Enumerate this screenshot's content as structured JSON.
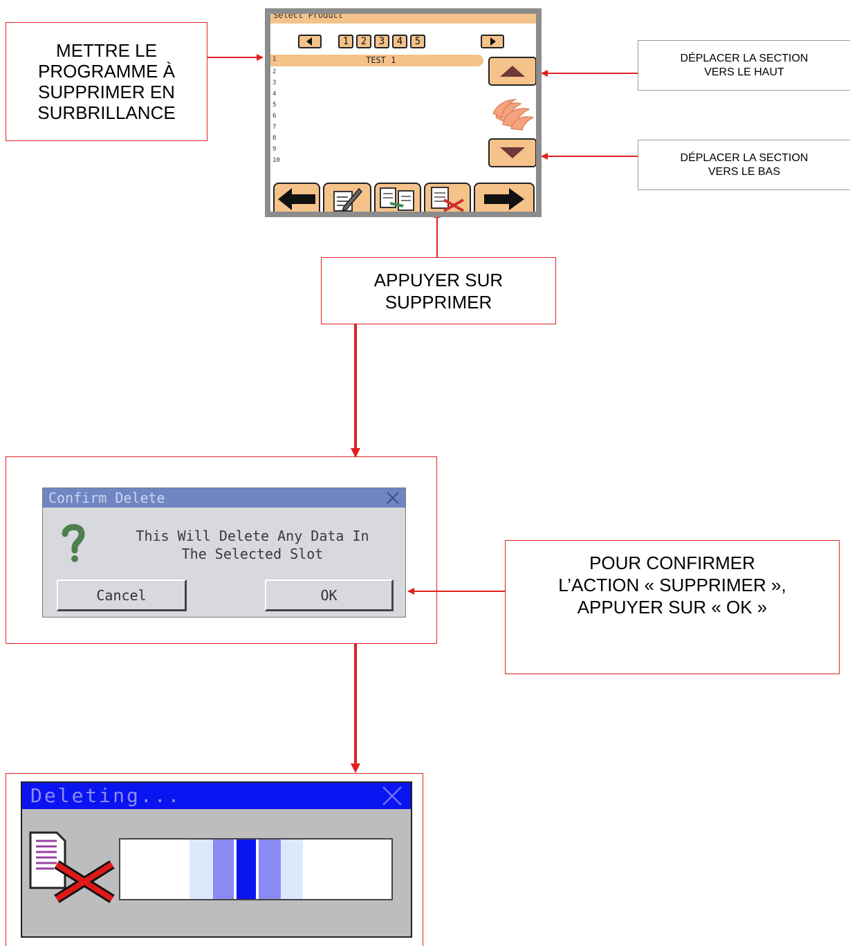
{
  "screen": {
    "title": "Select Product",
    "pages": [
      "1",
      "2",
      "3",
      "4",
      "5"
    ],
    "rows": [
      "1",
      "2",
      "3",
      "4",
      "5",
      "6",
      "7",
      "8",
      "9",
      "10"
    ],
    "selected_row": 1,
    "selected_name": "TEST 1",
    "side_icons": [
      "up-triangle-icon",
      "product-swirl-icon",
      "down-triangle-icon"
    ],
    "bottom_icons": [
      "left-arrow-icon",
      "edit-icon",
      "copy-icon",
      "delete-icon",
      "right-arrow-icon"
    ]
  },
  "callouts": {
    "highlight": "METTRE LE\nPROGRAMME À\nSUPPRIMER EN\nSURBRILLANCE",
    "move_up": "DÉPLACER LA SECTION\nVERS LE HAUT",
    "move_down": "DÉPLACER LA SECTION\nVERS LE BAS",
    "press_delete": "APPUYER SUR\nSUPPRIMER",
    "confirm": "POUR CONFIRMER\nL’ACTION « SUPPRIMER »,\nAPPUYER SUR « OK »"
  },
  "confirm_dialog": {
    "title": "Confirm Delete",
    "message": "This Will Delete Any Data In\nThe Selected Slot",
    "cancel": "Cancel",
    "ok": "OK",
    "icon": "question-mark-icon"
  },
  "deleting_dialog": {
    "title": "Deleting...",
    "icon": "delete-document-icon"
  },
  "colors": {
    "arrow": "#e02020",
    "panel_accent": "#f5c28a",
    "confirm_titlebar": "#6f86c2",
    "deleting_titlebar": "#0a14f0"
  }
}
